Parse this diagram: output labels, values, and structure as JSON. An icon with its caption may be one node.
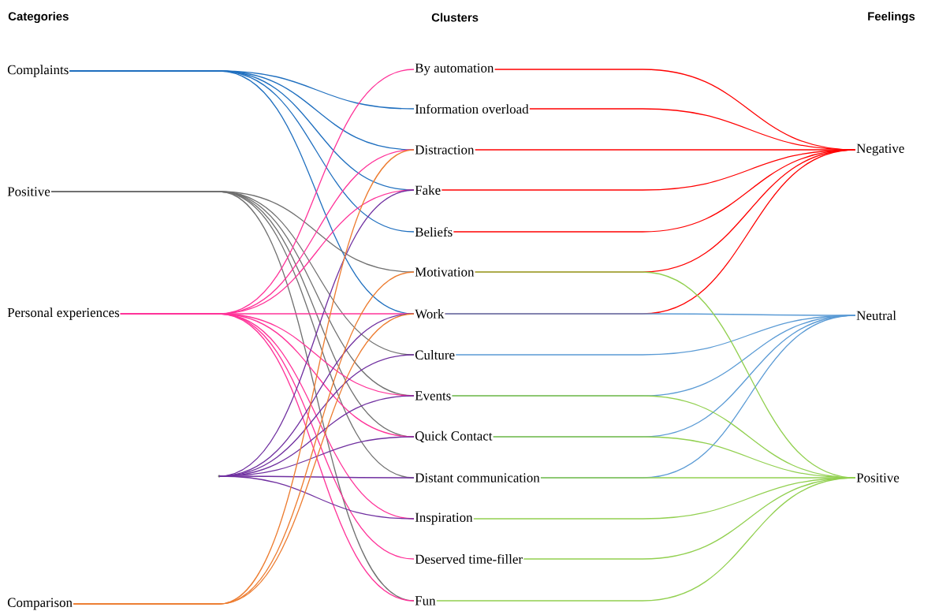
{
  "diagram": {
    "nodes": [
      {
        "text": [
          "Complaints"
        ]
      },
      {
        "text": [
          "Positive"
        ]
      },
      {
        "text": [
          "Personal experiences"
        ]
      },
      {
        "text": [],
        "shape": "dot"
      },
      {
        "text": [
          "Comparison"
        ]
      },
      {
        "text": [
          "By automation"
        ]
      },
      {
        "text": [
          "Information overload"
        ]
      },
      {
        "text": [
          "Distraction"
        ]
      },
      {
        "text": [
          "Fake"
        ]
      },
      {
        "text": [
          "Beliefs"
        ]
      },
      {
        "text": [
          "Motivation"
        ]
      },
      {
        "text": [
          "Work"
        ]
      },
      {
        "text": [
          "Culture"
        ]
      },
      {
        "text": [
          "Events"
        ]
      },
      {
        "text": [
          "Quick Contact"
        ]
      },
      {
        "text": [
          "Distant communication"
        ]
      },
      {
        "text": [
          "Inspiration"
        ]
      },
      {
        "text": [
          "Deserved time-filler"
        ]
      },
      {
        "text": [
          "Fun"
        ]
      },
      {
        "text": [
          "Negative"
        ]
      },
      {
        "text": [
          "Neutral"
        ]
      },
      {
        "text": [
          "Positive"
        ]
      }
    ],
    "edges": [
      {
        "from": 0,
        "to": 6,
        "arrow": "none",
        "color": "#1f6fbf"
      },
      {
        "from": 0,
        "to": 7,
        "arrow": "none",
        "color": "#1f6fbf"
      },
      {
        "from": 0,
        "to": 8,
        "arrow": "none",
        "color": "#1f6fbf"
      },
      {
        "from": 0,
        "to": 9,
        "arrow": "none",
        "color": "#1f6fbf"
      },
      {
        "from": 0,
        "to": 11,
        "arrow": "none",
        "color": "#1f6fbf"
      },
      {
        "from": 1,
        "to": 10,
        "arrow": "none",
        "color": "#707070"
      },
      {
        "from": 1,
        "to": 12,
        "arrow": "none",
        "color": "#707070"
      },
      {
        "from": 1,
        "to": 13,
        "arrow": "none",
        "color": "#707070"
      },
      {
        "from": 1,
        "to": 14,
        "arrow": "none",
        "color": "#707070"
      },
      {
        "from": 1,
        "to": 15,
        "arrow": "none",
        "color": "#707070"
      },
      {
        "from": 1,
        "to": 18,
        "arrow": "none",
        "color": "#707070"
      },
      {
        "from": 2,
        "to": 5,
        "arrow": "none",
        "color": "#ff3399"
      },
      {
        "from": 2,
        "to": 7,
        "arrow": "none",
        "color": "#ff3399"
      },
      {
        "from": 2,
        "to": 8,
        "arrow": "none",
        "color": "#ff3399"
      },
      {
        "from": 2,
        "to": 11,
        "arrow": "none",
        "color": "#ff3399"
      },
      {
        "from": 2,
        "to": 13,
        "arrow": "none",
        "color": "#ff3399"
      },
      {
        "from": 2,
        "to": 14,
        "arrow": "none",
        "color": "#ff3399"
      },
      {
        "from": 2,
        "to": 16,
        "arrow": "none",
        "color": "#ff3399"
      },
      {
        "from": 2,
        "to": 17,
        "arrow": "none",
        "color": "#ff3399"
      },
      {
        "from": 2,
        "to": 18,
        "arrow": "none",
        "color": "#ff3399"
      },
      {
        "from": 3,
        "to": 8,
        "arrow": "none",
        "color": "#7030a0"
      },
      {
        "from": 3,
        "to": 11,
        "arrow": "none",
        "color": "#7030a0"
      },
      {
        "from": 3,
        "to": 12,
        "arrow": "none",
        "color": "#7030a0"
      },
      {
        "from": 3,
        "to": 13,
        "arrow": "none",
        "color": "#7030a0"
      },
      {
        "from": 3,
        "to": 14,
        "arrow": "none",
        "color": "#7030a0"
      },
      {
        "from": 3,
        "to": 15,
        "arrow": "none",
        "color": "#7030a0"
      },
      {
        "from": 3,
        "to": 16,
        "arrow": "none",
        "color": "#7030a0"
      },
      {
        "from": 4,
        "to": 7,
        "arrow": "none",
        "color": "#ed7d31"
      },
      {
        "from": 4,
        "to": 10,
        "arrow": "none",
        "color": "#ed7d31"
      },
      {
        "from": 4,
        "to": 11,
        "arrow": "none",
        "color": "#ed7d31"
      },
      {
        "from": 5,
        "to": 19,
        "arrow": "none",
        "color": "#ff0000"
      },
      {
        "from": 6,
        "to": 19,
        "arrow": "none",
        "color": "#ff0000"
      },
      {
        "from": 7,
        "to": 19,
        "arrow": "none",
        "color": "#ff0000"
      },
      {
        "from": 8,
        "to": 19,
        "arrow": "none",
        "color": "#ff0000"
      },
      {
        "from": 9,
        "to": 19,
        "arrow": "none",
        "color": "#ff0000"
      },
      {
        "from": 10,
        "to": 19,
        "arrow": "none",
        "color": "#ff0000"
      },
      {
        "from": 11,
        "to": 19,
        "arrow": "none",
        "color": "#ff0000"
      },
      {
        "from": 11,
        "to": 20,
        "arrow": "none",
        "color": "#5b9bd5"
      },
      {
        "from": 12,
        "to": 20,
        "arrow": "none",
        "color": "#5b9bd5"
      },
      {
        "from": 13,
        "to": 20,
        "arrow": "none",
        "color": "#5b9bd5"
      },
      {
        "from": 14,
        "to": 20,
        "arrow": "none",
        "color": "#5b9bd5"
      },
      {
        "from": 15,
        "to": 20,
        "arrow": "none",
        "color": "#5b9bd5"
      },
      {
        "from": 10,
        "to": 21,
        "arrow": "none",
        "color": "#92d050"
      },
      {
        "from": 13,
        "to": 21,
        "arrow": "none",
        "color": "#92d050"
      },
      {
        "from": 14,
        "to": 21,
        "arrow": "none",
        "color": "#92d050"
      },
      {
        "from": 15,
        "to": 21,
        "arrow": "none",
        "color": "#92d050"
      },
      {
        "from": 16,
        "to": 21,
        "arrow": "none",
        "color": "#92d050"
      },
      {
        "from": 17,
        "to": 21,
        "arrow": "none",
        "color": "#92d050"
      },
      {
        "from": 18,
        "to": 21,
        "arrow": "none",
        "color": "#92d050"
      }
    ],
    "labels": [
      "Categories",
      "Clusters",
      "Feelings"
    ]
  }
}
